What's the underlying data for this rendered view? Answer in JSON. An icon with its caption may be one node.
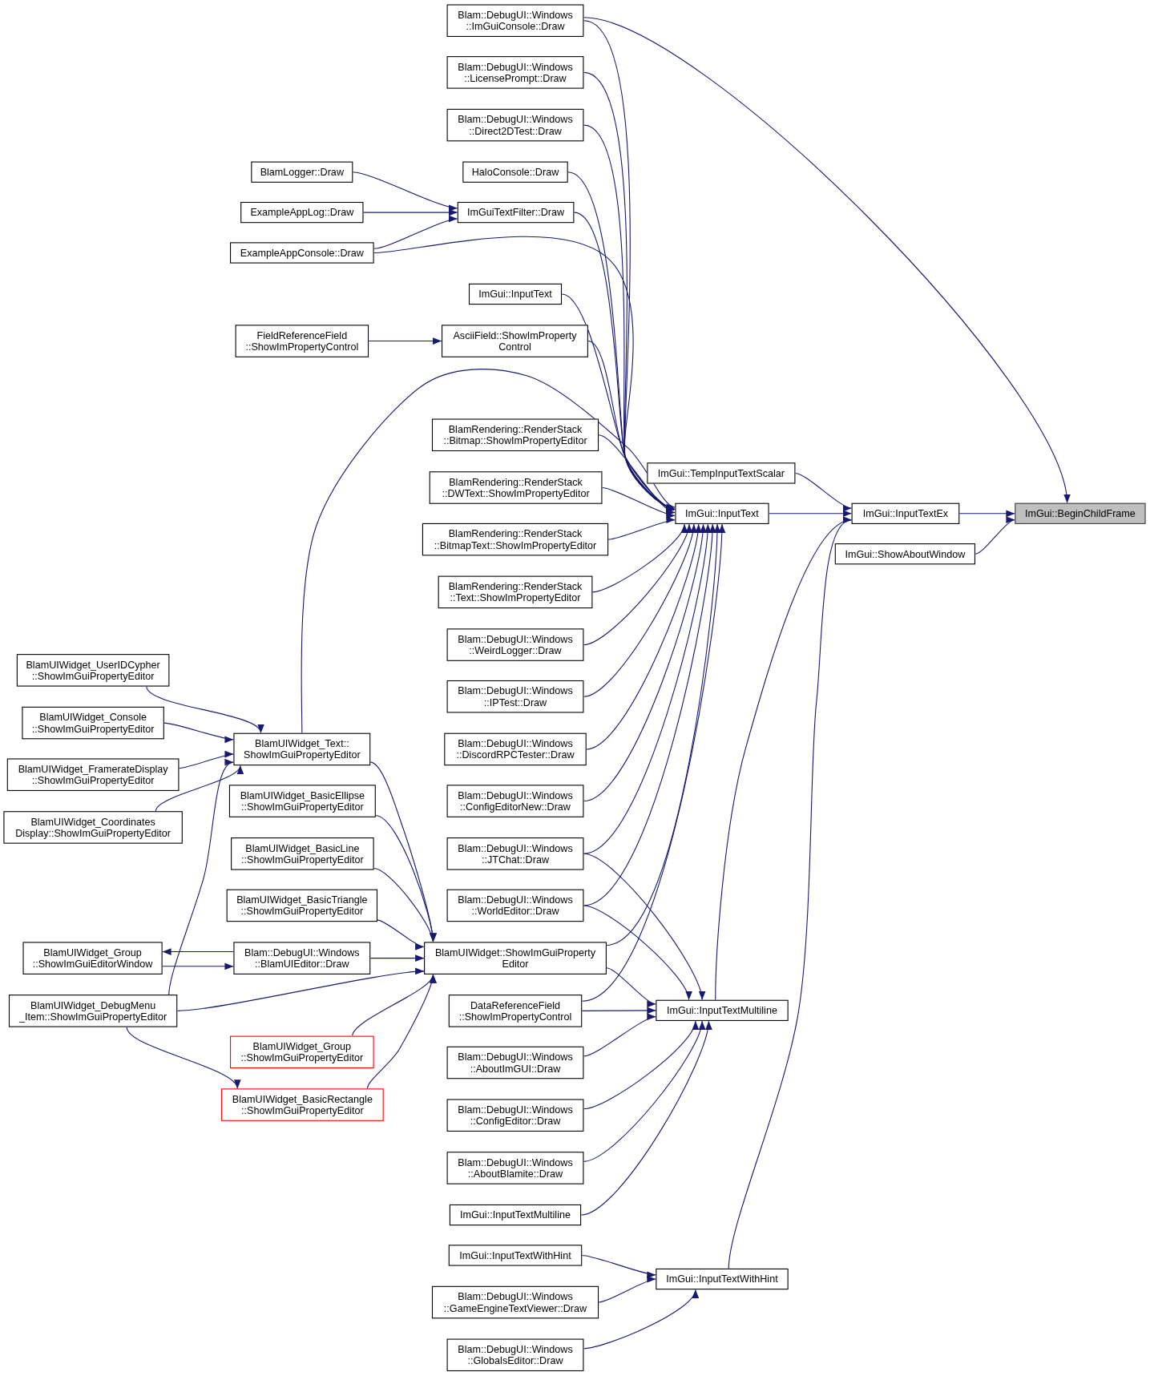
{
  "diagram": {
    "nodes": [
      {
        "text": [
          "ImGui::BeginChildFrame"
        ]
      },
      {
        "text": [
          "ImGui::InputTextEx"
        ]
      },
      {
        "text": [
          "ImGui::ShowAboutWindow"
        ]
      },
      {
        "text": [
          "ImGui::TempInputTextScalar"
        ]
      },
      {
        "text": [
          "ImGui::InputText"
        ]
      },
      {
        "text": [
          "ImGui::InputTextMultiline"
        ]
      },
      {
        "text": [
          "ImGui::InputTextWithHint"
        ]
      },
      {
        "text": [
          "Blam::DebugUI::Windows ::ImGuiConsole::Draw"
        ]
      },
      {
        "text": [
          "Blam::DebugUI::Windows ::LicensePrompt::Draw"
        ]
      },
      {
        "text": [
          "Blam::DebugUI::Windows ::Direct2DTest::Draw"
        ]
      },
      {
        "text": [
          "HaloConsole::Draw"
        ]
      },
      {
        "text": [
          "ImGuiTextFilter::Draw"
        ]
      },
      {
        "text": [
          "BlamLogger::Draw"
        ]
      },
      {
        "text": [
          "ExampleAppLog::Draw"
        ]
      },
      {
        "text": [
          "ExampleAppConsole::Draw"
        ]
      },
      {
        "text": [
          "ImGui::InputText"
        ]
      },
      {
        "text": [
          "AsciiField::ShowImProperty Control"
        ]
      },
      {
        "text": [
          "FieldReferenceField ::ShowImPropertyControl"
        ]
      },
      {
        "text": [
          "BlamRendering::RenderStack ::Bitmap::ShowImPropertyEditor"
        ]
      },
      {
        "text": [
          "BlamRendering::RenderStack ::DWText::ShowImPropertyEditor"
        ]
      },
      {
        "text": [
          "BlamRendering::RenderStack ::BitmapText::ShowImPropertyEditor"
        ]
      },
      {
        "text": [
          "BlamRendering::RenderStack ::Text::ShowImPropertyEditor"
        ]
      },
      {
        "text": [
          "Blam::DebugUI::Windows ::WeirdLogger::Draw"
        ]
      },
      {
        "text": [
          "Blam::DebugUI::Windows ::IPTest::Draw"
        ]
      },
      {
        "text": [
          "Blam::DebugUI::Windows ::DiscordRPCTester::Draw"
        ]
      },
      {
        "text": [
          "Blam::DebugUI::Windows ::ConfigEditorNew::Draw"
        ]
      },
      {
        "text": [
          "Blam::DebugUI::Windows ::JTChat::Draw"
        ]
      },
      {
        "text": [
          "Blam::DebugUI::Windows ::WorldEditor::Draw"
        ]
      },
      {
        "text": [
          "BlamUIWidget::ShowImGuiProperty Editor"
        ]
      },
      {
        "text": [
          "DataReferenceField ::ShowImPropertyControl"
        ]
      },
      {
        "text": [
          "Blam::DebugUI::Windows ::AboutImGUI::Draw"
        ]
      },
      {
        "text": [
          "Blam::DebugUI::Windows ::ConfigEditor::Draw"
        ]
      },
      {
        "text": [
          "Blam::DebugUI::Windows ::AboutBlamite::Draw"
        ]
      },
      {
        "text": [
          "ImGui::InputTextMultiline"
        ]
      },
      {
        "text": [
          "ImGui::InputTextWithHint"
        ]
      },
      {
        "text": [
          "Blam::DebugUI::Windows ::GameEngineTextViewer::Draw"
        ]
      },
      {
        "text": [
          "Blam::DebugUI::Windows ::GlobalsEditor::Draw"
        ]
      },
      {
        "text": [
          "BlamUIWidget_Text:: ShowImGuiPropertyEditor"
        ]
      },
      {
        "text": [
          "BlamUIWidget_BasicEllipse ::ShowImGuiPropertyEditor"
        ]
      },
      {
        "text": [
          "BlamUIWidget_BasicLine ::ShowImGuiPropertyEditor"
        ]
      },
      {
        "text": [
          "BlamUIWidget_BasicTriangle ::ShowImGuiPropertyEditor"
        ]
      },
      {
        "text": [
          "Blam::DebugUI::Windows ::BlamUIEditor::Draw"
        ]
      },
      {
        "text": [
          "BlamUIWidget_Group ::ShowImGuiPropertyEditor"
        ]
      },
      {
        "text": [
          "BlamUIWidget_BasicRectangle ::ShowImGuiPropertyEditor"
        ]
      },
      {
        "text": [
          "BlamUIWidget_UserIDCypher ::ShowImGuiPropertyEditor"
        ]
      },
      {
        "text": [
          "BlamUIWidget_Console ::ShowImGuiPropertyEditor"
        ]
      },
      {
        "text": [
          "BlamUIWidget_FramerateDisplay ::ShowImGuiPropertyEditor"
        ]
      },
      {
        "text": [
          "BlamUIWidget_Coordinates Display::ShowImGuiPropertyEditor"
        ]
      },
      {
        "text": [
          "BlamUIWidget_Group ::ShowImGuiEditorWindow"
        ]
      },
      {
        "text": [
          "BlamUIWidget_DebugMenu _Item::ShowImGuiPropertyEditor"
        ]
      }
    ],
    "edges": [
      {
        "from": 1,
        "to": 0,
        "arrow": "to"
      },
      {
        "from": 2,
        "to": 0,
        "arrow": "to"
      },
      {
        "from": 7,
        "to": 0,
        "arrow": "to"
      },
      {
        "from": 3,
        "to": 1,
        "arrow": "to"
      },
      {
        "from": 4,
        "to": 1,
        "arrow": "to"
      },
      {
        "from": 5,
        "to": 1,
        "arrow": "to"
      },
      {
        "from": 6,
        "to": 1,
        "arrow": "to"
      },
      {
        "from": 7,
        "to": 4,
        "arrow": "to"
      },
      {
        "from": 8,
        "to": 4,
        "arrow": "to"
      },
      {
        "from": 9,
        "to": 4,
        "arrow": "to"
      },
      {
        "from": 10,
        "to": 4,
        "arrow": "to"
      },
      {
        "from": 11,
        "to": 4,
        "arrow": "to"
      },
      {
        "from": 14,
        "to": 4,
        "arrow": "to"
      },
      {
        "from": 15,
        "to": 4,
        "arrow": "to"
      },
      {
        "from": 16,
        "to": 4,
        "arrow": "to"
      },
      {
        "from": 37,
        "to": 4,
        "arrow": "to"
      },
      {
        "from": 18,
        "to": 4,
        "arrow": "to"
      },
      {
        "from": 19,
        "to": 4,
        "arrow": "to"
      },
      {
        "from": 20,
        "to": 4,
        "arrow": "to"
      },
      {
        "from": 21,
        "to": 4,
        "arrow": "to"
      },
      {
        "from": 22,
        "to": 4,
        "arrow": "to"
      },
      {
        "from": 23,
        "to": 4,
        "arrow": "to"
      },
      {
        "from": 24,
        "to": 4,
        "arrow": "to"
      },
      {
        "from": 25,
        "to": 4,
        "arrow": "to"
      },
      {
        "from": 26,
        "to": 4,
        "arrow": "to"
      },
      {
        "from": 27,
        "to": 4,
        "arrow": "to"
      },
      {
        "from": 28,
        "to": 4,
        "arrow": "to"
      },
      {
        "from": 29,
        "to": 4,
        "arrow": "to"
      },
      {
        "from": 12,
        "to": 11,
        "arrow": "to"
      },
      {
        "from": 13,
        "to": 11,
        "arrow": "to"
      },
      {
        "from": 14,
        "to": 11,
        "arrow": "to"
      },
      {
        "from": 17,
        "to": 16,
        "arrow": "to"
      },
      {
        "from": 26,
        "to": 5,
        "arrow": "to"
      },
      {
        "from": 27,
        "to": 5,
        "arrow": "to"
      },
      {
        "from": 28,
        "to": 5,
        "arrow": "to"
      },
      {
        "from": 29,
        "to": 5,
        "arrow": "to"
      },
      {
        "from": 30,
        "to": 5,
        "arrow": "to"
      },
      {
        "from": 31,
        "to": 5,
        "arrow": "to"
      },
      {
        "from": 32,
        "to": 5,
        "arrow": "to"
      },
      {
        "from": 33,
        "to": 5,
        "arrow": "to"
      },
      {
        "from": 34,
        "to": 6,
        "arrow": "to"
      },
      {
        "from": 35,
        "to": 6,
        "arrow": "to"
      },
      {
        "from": 36,
        "to": 6,
        "arrow": "to"
      },
      {
        "from": 44,
        "to": 37,
        "arrow": "to"
      },
      {
        "from": 45,
        "to": 37,
        "arrow": "to"
      },
      {
        "from": 46,
        "to": 37,
        "arrow": "to"
      },
      {
        "from": 47,
        "to": 37,
        "arrow": "to"
      },
      {
        "from": 49,
        "to": 37,
        "arrow": "to"
      },
      {
        "from": 37,
        "to": 28,
        "arrow": "to"
      },
      {
        "from": 38,
        "to": 28,
        "arrow": "to"
      },
      {
        "from": 39,
        "to": 28,
        "arrow": "to"
      },
      {
        "from": 40,
        "to": 28,
        "arrow": "to"
      },
      {
        "from": 41,
        "to": 28,
        "arrow": "to"
      },
      {
        "from": 41,
        "to": 48,
        "arrow": "to"
      },
      {
        "from": 48,
        "to": 41,
        "arrow": "to"
      },
      {
        "from": 49,
        "to": 28,
        "arrow": "to"
      },
      {
        "from": 42,
        "to": 28,
        "arrow": "to"
      },
      {
        "from": 43,
        "to": 28,
        "arrow": "to"
      },
      {
        "from": 49,
        "to": 43,
        "arrow": "to"
      }
    ]
  }
}
